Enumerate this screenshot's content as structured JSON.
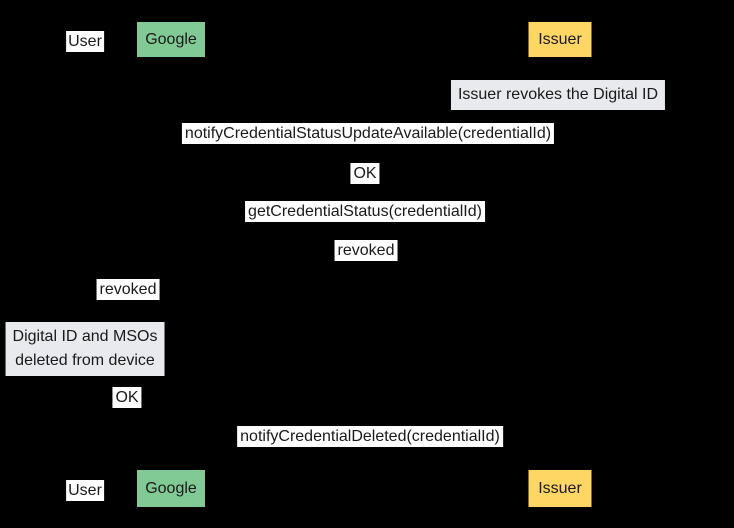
{
  "diagram": {
    "type": "sequence-diagram",
    "actors": {
      "user": "User",
      "google": "Google",
      "issuer": "Issuer"
    },
    "notes": {
      "issuer_revokes": "Issuer revokes the Digital ID",
      "deleted_line1": "Digital ID and MSOs",
      "deleted_line2": "deleted from device"
    },
    "messages": {
      "notify_update": "notifyCredentialStatusUpdateAvailable(credentialId)",
      "ok_1": "OK",
      "get_status": "getCredentialStatus(credentialId)",
      "revoked_1": "revoked",
      "revoked_2": "revoked",
      "ok_2": "OK",
      "notify_deleted": "notifyCredentialDeleted(credentialId)"
    },
    "colors": {
      "background": "#000000",
      "google_fill": "#81c995",
      "issuer_fill": "#fdd663",
      "note_fill": "#e8eaed",
      "message_label_fill": "#ffffff",
      "text": "#1a1a1a"
    }
  }
}
